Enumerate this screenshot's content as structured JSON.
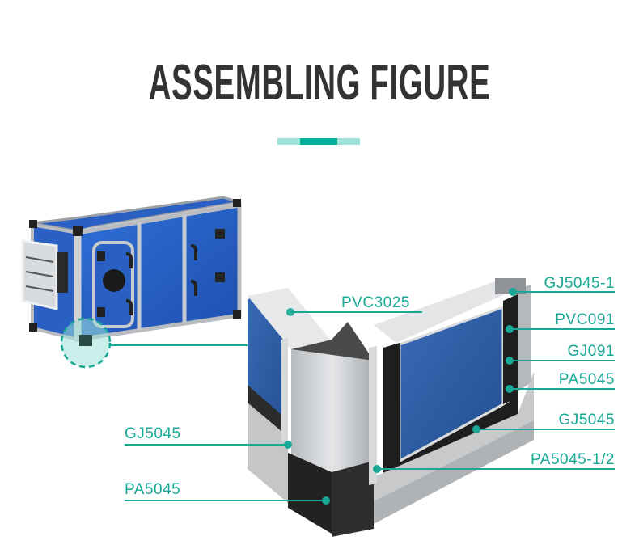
{
  "header": {
    "title": "ASSEMBLING FIGURE"
  },
  "colors": {
    "accent": "#1aa896",
    "accent_light": "#9ee2d9",
    "accent_dark": "#00b09b",
    "title_text": "#333333",
    "panel_blue": "#2a5fc4"
  },
  "diagram": {
    "left_labels": [
      {
        "text": "GJ5045"
      },
      {
        "text": "PA5045"
      }
    ],
    "top_label": {
      "text": "PVC3025"
    },
    "right_labels": [
      {
        "text": "GJ5045-1"
      },
      {
        "text": "PVC091"
      },
      {
        "text": "GJ091"
      },
      {
        "text": "PA5045"
      },
      {
        "text": "GJ5045"
      },
      {
        "text": "PA5045-1/2"
      }
    ]
  }
}
